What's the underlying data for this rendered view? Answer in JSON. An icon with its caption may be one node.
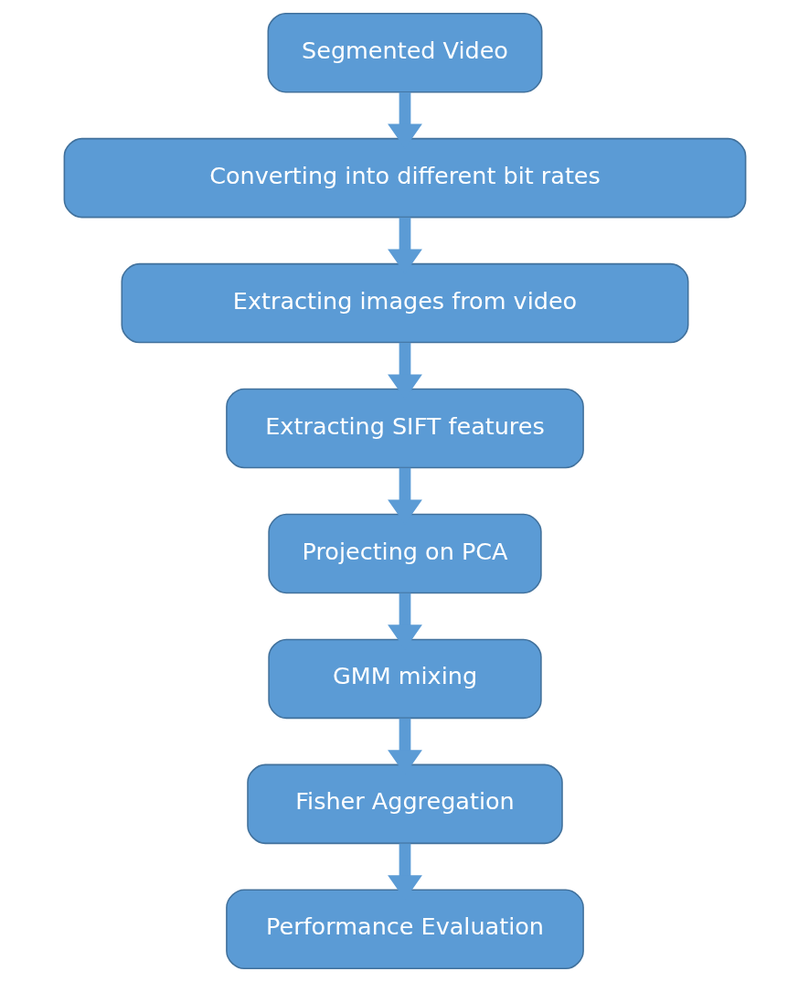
{
  "diagram": {
    "nodes": [
      {
        "text": [
          "Segmented Video"
        ]
      },
      {
        "text": [
          "Converting into different bit rates"
        ]
      },
      {
        "text": [
          "Extracting images from video"
        ]
      },
      {
        "text": [
          "Extracting SIFT features"
        ]
      },
      {
        "text": [
          "Projecting on PCA"
        ]
      },
      {
        "text": [
          "GMM mixing"
        ]
      },
      {
        "text": [
          "Fisher Aggregation"
        ]
      },
      {
        "text": [
          "Performance Evaluation"
        ]
      }
    ],
    "edges": [
      {
        "from": 0,
        "to": 1,
        "arrow": "to"
      },
      {
        "from": 1,
        "to": 2,
        "arrow": "to"
      },
      {
        "from": 2,
        "to": 3,
        "arrow": "to"
      },
      {
        "from": 3,
        "to": 4,
        "arrow": "to"
      },
      {
        "from": 4,
        "to": 5,
        "arrow": "to"
      },
      {
        "from": 5,
        "to": 6,
        "arrow": "to"
      },
      {
        "from": 6,
        "to": 7,
        "arrow": "to"
      }
    ]
  }
}
